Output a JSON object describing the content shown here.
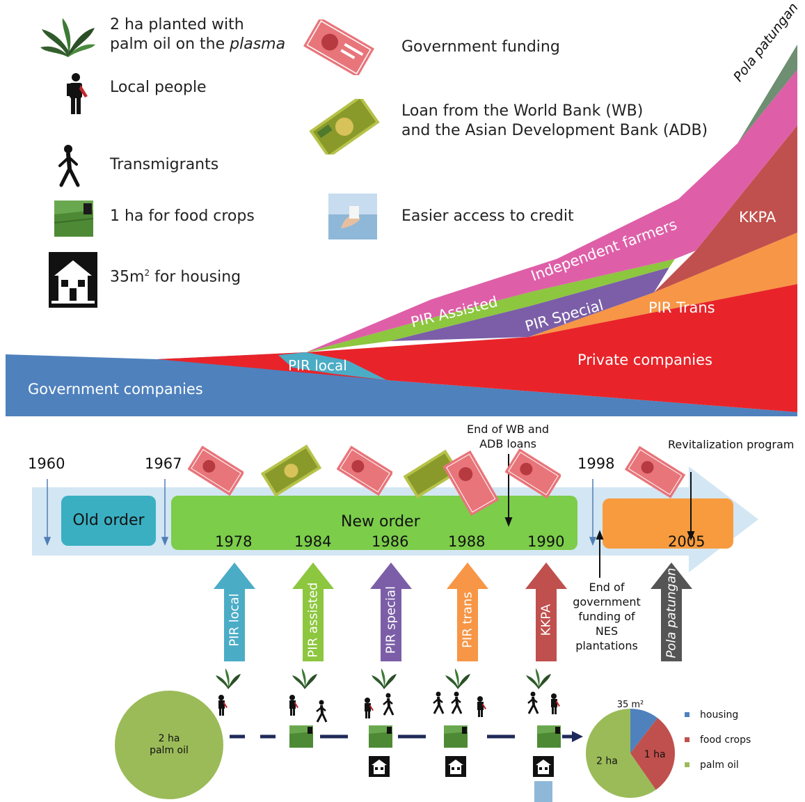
{
  "legend_left": [
    {
      "icon": "palm-oil-icon",
      "line1": "2 ha planted with",
      "line2a": "palm oil on the ",
      "line2b": "plasma"
    },
    {
      "icon": "local-person-icon",
      "text": "Local people"
    },
    {
      "icon": "walking-person-icon",
      "text": "Transmigrants"
    },
    {
      "icon": "food-crop-field-icon",
      "text": "1 ha  for food crops"
    },
    {
      "icon": "house-icon",
      "text_a": "35m",
      "text_sup": "2",
      "text_b": " for housing"
    }
  ],
  "legend_right": [
    {
      "icon": "banknote-icon",
      "text": "Government funding"
    },
    {
      "icon": "dollar-note-icon",
      "line1": "Loan from the World Bank (WB)",
      "line2": "and the Asian Development Bank (ADB)"
    },
    {
      "icon": "credit-access-icon",
      "text": "Easier access to credit"
    }
  ],
  "streams": {
    "government": "Government companies",
    "pir_local": "PIR local",
    "private": "Private companies",
    "pir_assisted": "PIR Assisted",
    "pir_special": "PIR Special",
    "independent": "Independent farmers",
    "pir_trans": "PIR Trans",
    "kkpa": "KKPA",
    "pola": "Pola patungan"
  },
  "timeline": {
    "years_top": {
      "y1960": "1960",
      "y1967": "1967",
      "y1998": "1998"
    },
    "old_order": "Old order",
    "new_order": "New order",
    "years_in": [
      "1978",
      "1984",
      "1986",
      "1988",
      "1990",
      "2005"
    ],
    "end_wb_line1": "End of WB and",
    "end_wb_line2": "ADB loans",
    "revitalization": "Revitalization program",
    "end_gov": [
      "End of",
      "government",
      "funding of NES",
      "plantations"
    ]
  },
  "schemes": [
    "PIR local",
    "PIR assisted",
    "PIR special",
    "PIR trans",
    "KKPA",
    "Pola patungan"
  ],
  "colors": {
    "government": "#4f81bd",
    "pir_local": "#4bacc6",
    "private": "#e8242a",
    "pir_assisted": "#8dc63f",
    "pir_special": "#7b5ea7",
    "independent": "#de5fa8",
    "pir_trans": "#f79646",
    "kkpa": "#c0504d",
    "pola": "#6e8f72",
    "new_order": "#7ccd4a",
    "old_order": "#3aafc2",
    "post_1998": "#f79b3e"
  },
  "big_circle": {
    "line1": "2 ha",
    "line2": "palm oil"
  },
  "chart_data": {
    "type": "pie",
    "title": "35 m²",
    "labels": [
      "housing",
      "food crops",
      "palm oil"
    ],
    "values": [
      0.35,
      1,
      2
    ],
    "slice_labels": [
      "",
      "1 ha",
      "2 ha"
    ],
    "colors": [
      "#4f81bd",
      "#c0504d",
      "#9bbb59"
    ],
    "legend": "right"
  }
}
